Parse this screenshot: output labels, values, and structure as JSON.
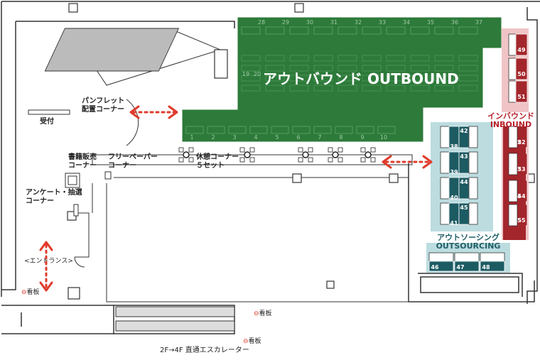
{
  "zones": {
    "outbound": {
      "title": "アウトバウンド OUTBOUND",
      "color": "#2d7a3a",
      "booths_top": [
        "28",
        "29",
        "30",
        "31",
        "32",
        "33",
        "34",
        "35",
        "36",
        "37"
      ],
      "booths_left": [
        "19",
        "20"
      ],
      "booths_bottom": [
        "1",
        "2",
        "3",
        "4",
        "5",
        "6",
        "7",
        "8",
        "9",
        "10"
      ]
    },
    "inbound": {
      "label_jp": "インバウンド",
      "label_en": "INBOUND",
      "color": "#a3262c",
      "bg": "#f0c4c6",
      "booths": [
        "49",
        "50",
        "51",
        "52",
        "53",
        "54",
        "55"
      ]
    },
    "outsourcing": {
      "label_jp": "アウトソーシング",
      "label_en": "OUTSOURCING",
      "color": "#1d5b63",
      "bg": "#bcdce0",
      "booths_left": [
        "38",
        "39",
        "40",
        "41"
      ],
      "booths_right": [
        "42",
        "43",
        "44",
        "45"
      ],
      "booths_bottom": [
        "46",
        "47",
        "48"
      ]
    }
  },
  "labels": {
    "pamphlet": "パンフレット\n配置コーナー",
    "reception": "受付",
    "books": "書籍販売\nコーナー",
    "freepaper": "フリーペーパー\nコーナー",
    "lounge": "休憩コーナー\n５セット",
    "survey": "アンケート・抽選\nコーナー",
    "entrance": "<エントランス>",
    "escalator": "2F→4F 直通エスカレーター"
  },
  "signboards": [
    "看板",
    "看板",
    "看板"
  ],
  "colors": {
    "arrow": "#e03b2b",
    "wall": "#333333"
  }
}
